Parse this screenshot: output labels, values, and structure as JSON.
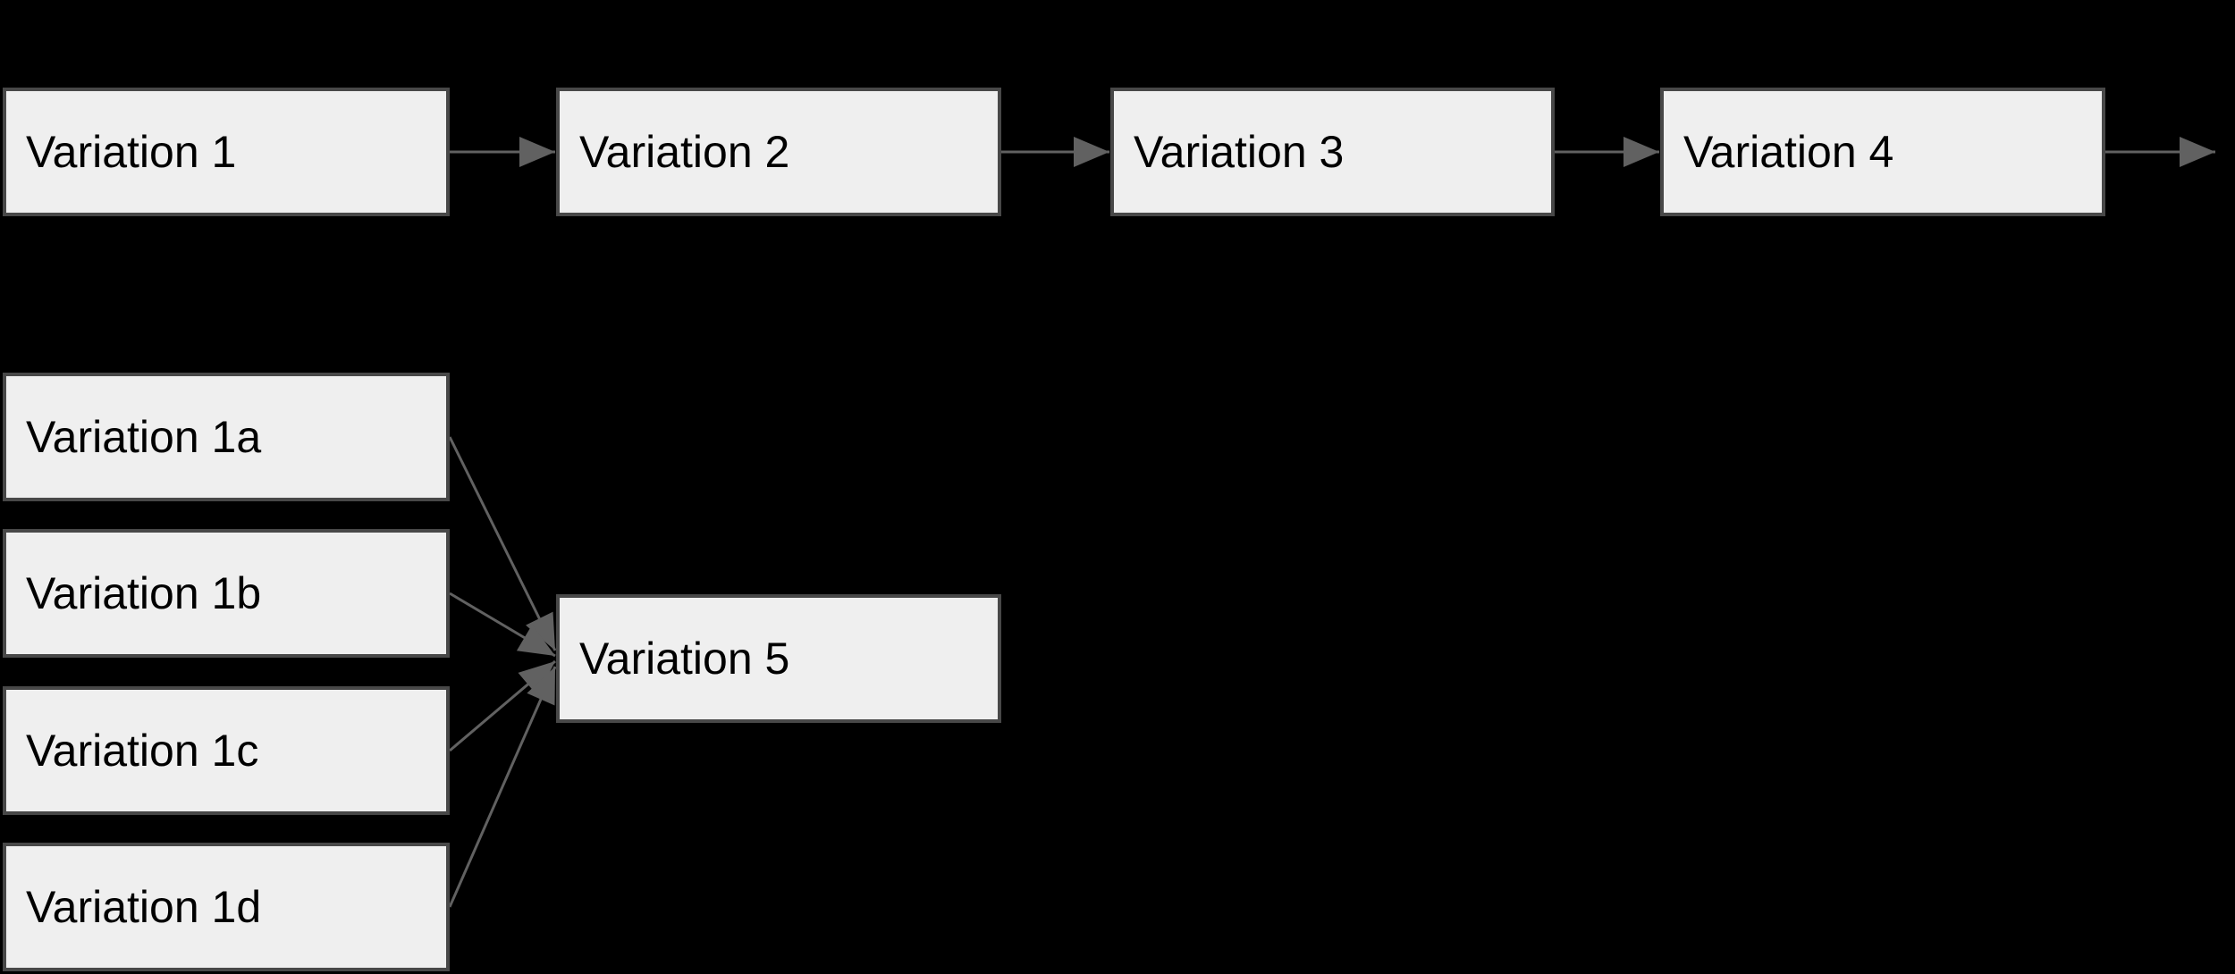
{
  "canvas": {
    "background": "#000000"
  },
  "theme": {
    "node_fill": "#efefef",
    "node_border": "#484848",
    "node_text": "#000000",
    "connector": "#616161"
  },
  "nodes": [
    {
      "id": "variation-1",
      "label": "Variation 1"
    },
    {
      "id": "variation-2",
      "label": "Variation 2"
    },
    {
      "id": "variation-3",
      "label": "Variation 3"
    },
    {
      "id": "variation-4",
      "label": "Variation 4"
    },
    {
      "id": "variation-1a",
      "label": "Variation 1a"
    },
    {
      "id": "variation-1b",
      "label": "Variation 1b"
    },
    {
      "id": "variation-1c",
      "label": "Variation 1c"
    },
    {
      "id": "variation-1d",
      "label": "Variation 1d"
    },
    {
      "id": "variation-5",
      "label": "Variation 5"
    }
  ],
  "edges": [
    {
      "from": "variation-1",
      "to": "variation-2"
    },
    {
      "from": "variation-2",
      "to": "variation-3"
    },
    {
      "from": "variation-3",
      "to": "variation-4"
    },
    {
      "from": "variation-4",
      "to": ""
    },
    {
      "from": "variation-1a",
      "to": "variation-5"
    },
    {
      "from": "variation-1b",
      "to": "variation-5"
    },
    {
      "from": "variation-1c",
      "to": "variation-5"
    },
    {
      "from": "variation-1d",
      "to": "variation-5"
    }
  ]
}
